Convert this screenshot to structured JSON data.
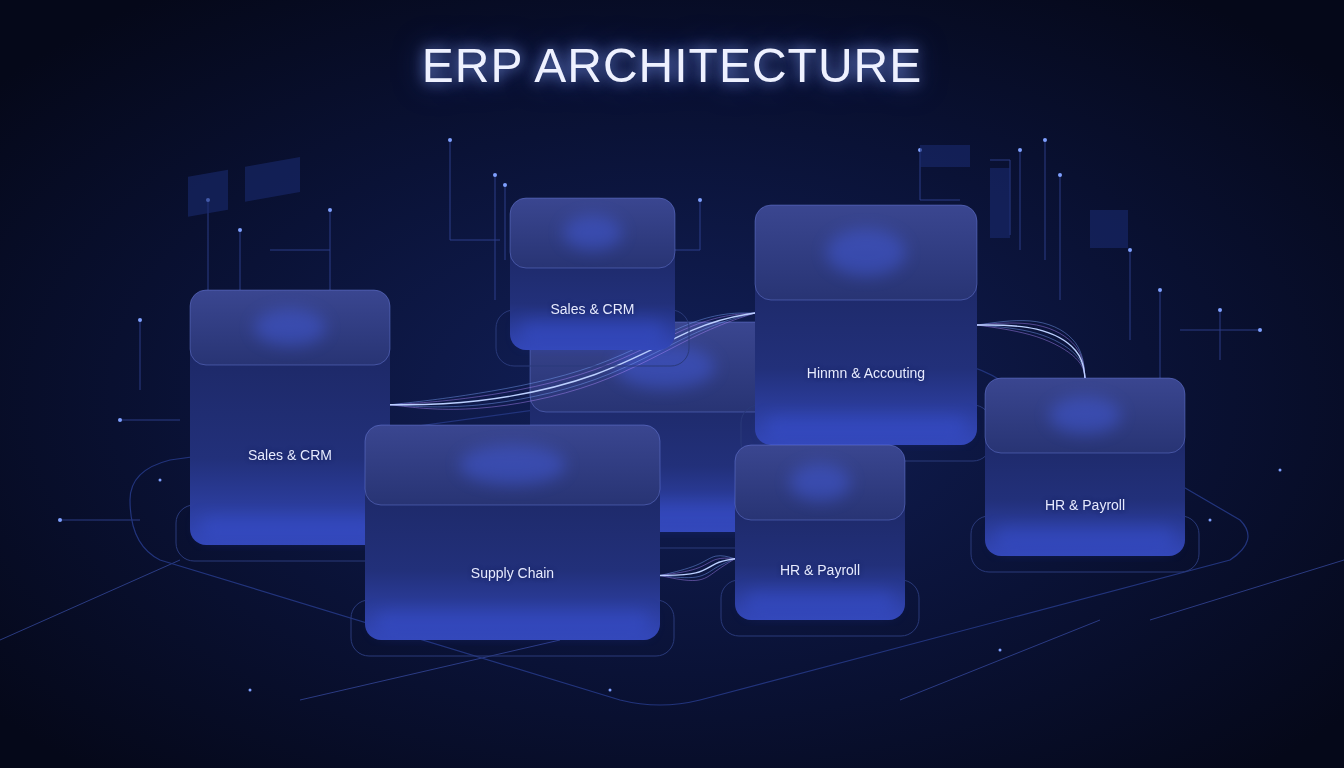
{
  "diagram": {
    "title": "ERP ARCHITECTURE",
    "nodes": [
      {
        "text": [
          "Sales & CRM"
        ]
      },
      {
        "text": [
          "Hinmn & Accouting"
        ]
      },
      {
        "text": [
          "Sales & CRM"
        ]
      },
      {
        "text": [
          "HR & Payroll"
        ]
      },
      {
        "text": [
          "Supply Chain"
        ]
      },
      {
        "text": [
          "HR & Payroll"
        ]
      }
    ],
    "edges": [
      {
        "from": 2,
        "to": 1,
        "arrow": "none"
      },
      {
        "from": 1,
        "to": 3,
        "arrow": "none"
      },
      {
        "from": 4,
        "to": 5,
        "arrow": "none"
      }
    ]
  }
}
